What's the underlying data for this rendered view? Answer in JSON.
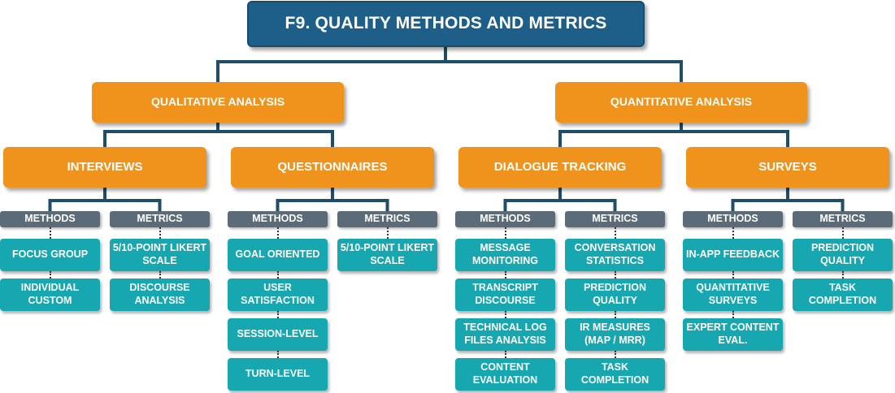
{
  "title": "F9. QUALITY METHODS AND METRICS",
  "colors": {
    "root": "#1d5f88",
    "analysis": "#f0931c",
    "category_header": "#5b6b78",
    "item": "#16a7b1",
    "connector": "#1f4e6b"
  },
  "branches": [
    {
      "label": "QUALITATIVE ANALYSIS",
      "groups": [
        {
          "label": "INTERVIEWS",
          "methods": {
            "label": "METHODS",
            "items": [
              "FOCUS GROUP",
              "INDIVIDUAL CUSTOM"
            ]
          },
          "metrics": {
            "label": "METRICS",
            "items": [
              "5/10-POINT LIKERT SCALE",
              "DISCOURSE ANALYSIS"
            ]
          }
        },
        {
          "label": "QUESTIONNAIRES",
          "methods": {
            "label": "METHODS",
            "items": [
              "GOAL ORIENTED",
              "USER SATISFACTION",
              "SESSION-LEVEL",
              "TURN-LEVEL"
            ]
          },
          "metrics": {
            "label": "METRICS",
            "items": [
              "5/10-POINT LIKERT SCALE"
            ]
          }
        }
      ]
    },
    {
      "label": "QUANTITATIVE ANALYSIS",
      "groups": [
        {
          "label": "DIALOGUE TRACKING",
          "methods": {
            "label": "METHODS",
            "items": [
              "MESSAGE MONITORING",
              "TRANSCRIPT DISCOURSE",
              "TECHNICAL LOG FILES ANALYSIS",
              "CONTENT EVALUATION"
            ]
          },
          "metrics": {
            "label": "METRICS",
            "items": [
              "CONVERSATION STATISTICS",
              "PREDICTION QUALITY",
              "IR MEASURES (MAP / MRR)",
              "TASK COMPLETION"
            ]
          }
        },
        {
          "label": "SURVEYS",
          "methods": {
            "label": "METHODS",
            "items": [
              "IN-APP FEEDBACK",
              "QUANTITATIVE SURVEYS",
              "EXPERT CONTENT EVAL."
            ]
          },
          "metrics": {
            "label": "METRICS",
            "items": [
              "PREDICTION QUALITY",
              "TASK COMPLETION"
            ]
          }
        }
      ]
    }
  ]
}
